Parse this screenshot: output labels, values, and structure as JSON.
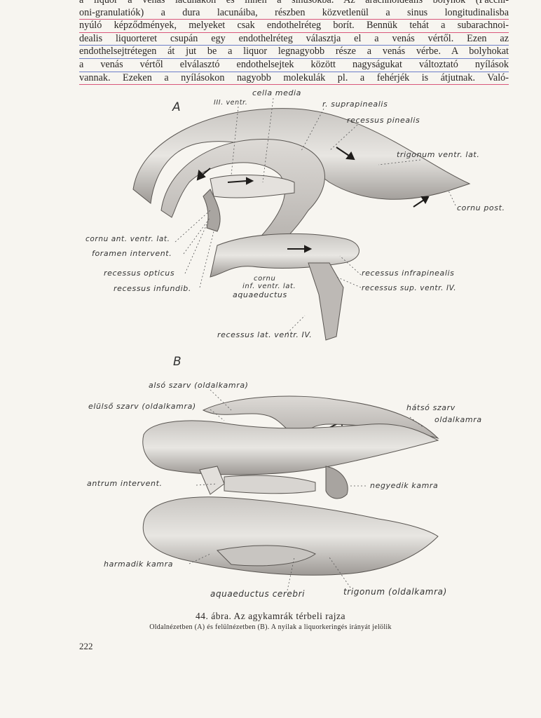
{
  "body_text": {
    "lines": [
      "a liquor a vénás lacunákon és innen a sinusokba. Az arachnoidealis bolyhok (Pacchi-",
      "oni-granulatiók) a dura lacunáiba, részben közvetlenül a sinus longitudinalisba",
      "nyúló képződmények, melyeket csak endothelréteg borít. Bennük tehát a subarachnoi-",
      "dealis liquorteret csupán egy endothelréteg választja el a venás vértől. Ezen az",
      "endothelsejtrétegen át jut be a liquor legnagyobb része a venás vérbe. A bolyhokat",
      "a venás vértől elválasztó endothelsejtek között nagyságukat változtató nyílások",
      "vannak. Ezeken a nyílásokon nagyobb molekulák pl. a fehérjék is átjutnak. Való-"
    ]
  },
  "figure_a": {
    "letter": "A",
    "labels": {
      "cella_media": "cella media",
      "iii_ventr": "III. ventr.",
      "r_suprapinealis": "r. suprapinealis",
      "recessus_pinealis": "recessus pinealis",
      "trigonum": "trigonum ventr. lat.",
      "cornu_post": "cornu post.",
      "cornu_ant": "cornu ant. ventr. lat.",
      "foramen": "foramen intervent.",
      "recessus_opticus": "recessus opticus",
      "recessus_infundib": "recessus infundib.",
      "cornu": "cornu",
      "inf_ventr_lat": "inf. ventr. lat.",
      "aquaeductus": "aquaeductus",
      "recessus_infrapinealis": "recessus infrapinealis",
      "recessus_sup": "recessus sup. ventr. IV.",
      "recessus_lat": "recessus lat. ventr. IV."
    }
  },
  "figure_b": {
    "letter": "B",
    "labels": {
      "also_szarv": "alsó szarv (oldalkamra)",
      "elulso_szarv": "elülső szarv (oldalkamra)",
      "hatso_szarv": "hátsó szarv",
      "oldalkamra": "oldalkamra",
      "antrum": "antrum intervent.",
      "negyedik": "negyedik kamra",
      "harmadik": "harmadik kamra",
      "aquaeductus_cerebri": "aquaeductus cerebri",
      "trigonum": "trigonum (oldalkamra)"
    }
  },
  "caption": {
    "title": "44. ábra. Az agykamrák térbeli rajza",
    "subtitle": "Oldalnézetben (A) és felülnézetben (B). A nyilak a liquorkeringés irányát jelölik"
  },
  "page_number": "222",
  "colors": {
    "paper": "#f7f5f0",
    "red_underline": "#d9577a",
    "blue_underline": "#6d7fc9"
  }
}
